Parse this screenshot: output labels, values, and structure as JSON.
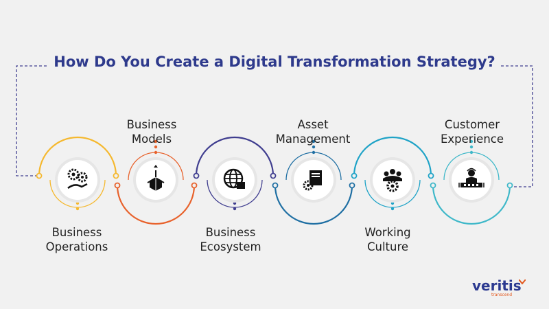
{
  "title": "How Do You Create a Digital Transformation Strategy?",
  "steps": [
    {
      "line1": "Business",
      "line2": "Operations",
      "icon": "gears-hand-icon",
      "color": "#f5b82e"
    },
    {
      "line1": "Business",
      "line2": "Models",
      "icon": "cube-network-icon",
      "color": "#e8622c"
    },
    {
      "line1": "Business",
      "line2": "Ecosystem",
      "icon": "globe-icon",
      "color": "#3f3d8f"
    },
    {
      "line1": "Asset",
      "line2": "Management",
      "icon": "folder-gear-icon",
      "color": "#1f6fa3"
    },
    {
      "line1": "Working",
      "line2": "Culture",
      "icon": "team-gear-icon",
      "color": "#1fa3c7"
    },
    {
      "line1": "Customer",
      "line2": "Experience",
      "icon": "customer-service-icon",
      "color": "#3fb8c9"
    }
  ],
  "colors": {
    "title": "#2e3a8c",
    "connector": "#3f3d8f",
    "logo": "#2b3990",
    "logo_accent": "#e2571c"
  },
  "logo": {
    "word": "veritis",
    "tagline": "transcend"
  }
}
